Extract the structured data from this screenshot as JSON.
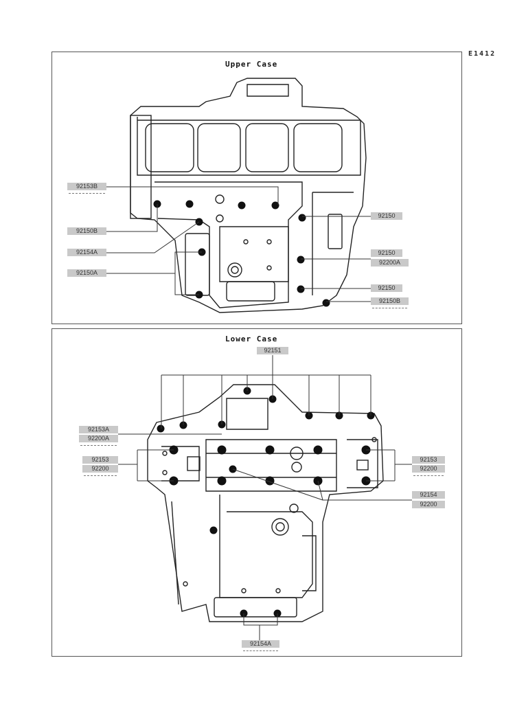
{
  "diagram_code": "E1412",
  "upper": {
    "title": "Upper Case",
    "callouts": {
      "c92153B": "92153B",
      "c92150B_left": "92150B",
      "c92154A": "92154A",
      "c92150A": "92150A",
      "c92150_1": "92150",
      "c92150_2": "92150",
      "c92200A": "92200A",
      "c92150_3": "92150",
      "c92150B_right": "92150B"
    }
  },
  "lower": {
    "title": "Lower Case",
    "callouts": {
      "c92151": "92151",
      "c92153A": "92153A",
      "c92200A": "92200A",
      "c92153_left": "92153",
      "c92200_left": "92200",
      "c92153_right": "92153",
      "c92200_right": "92200",
      "c92154": "92154",
      "c92200_mid": "92200",
      "c92154A": "92154A"
    }
  }
}
